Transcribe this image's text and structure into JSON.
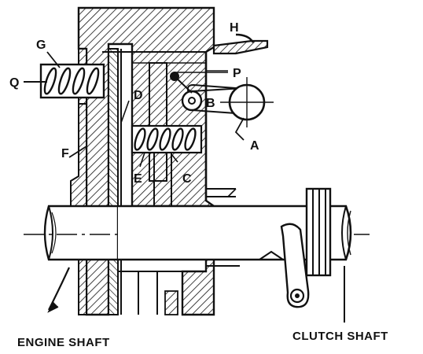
{
  "diagram": {
    "labels": {
      "g": "G",
      "h": "H",
      "q": "Q",
      "p": "P",
      "d": "D",
      "b": "B",
      "a": "A",
      "f": "F",
      "e": "E",
      "c": "C"
    },
    "captions": {
      "engine_shaft": "ENGINE SHAFT",
      "clutch_shaft": "CLUTCH SHAFT"
    },
    "colors": {
      "ink": "#111111",
      "paper": "#ffffff"
    }
  }
}
